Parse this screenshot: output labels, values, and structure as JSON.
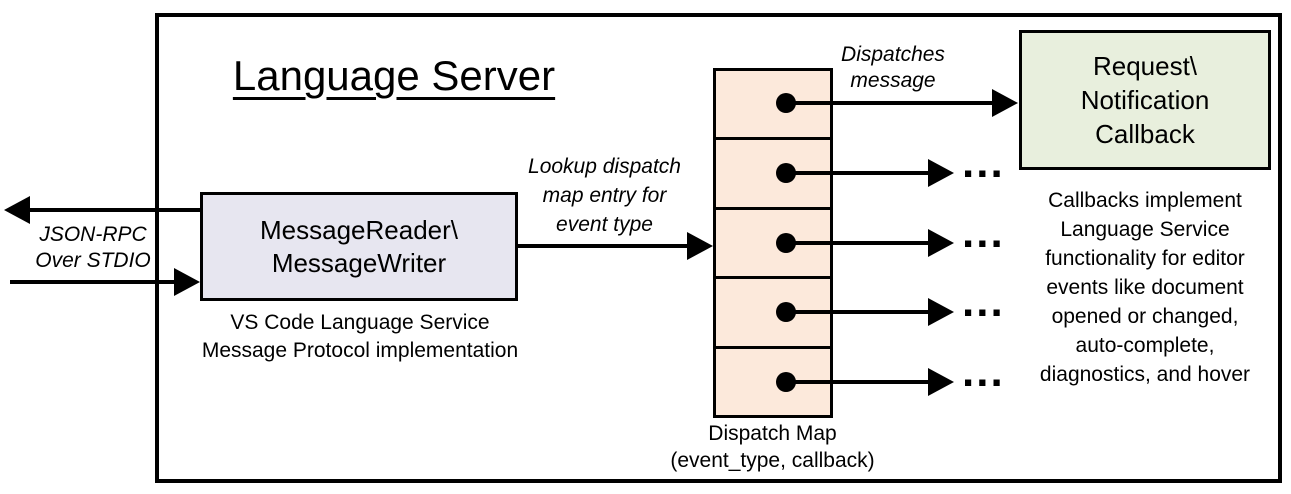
{
  "diagram": {
    "title": "Language Server",
    "io_label": "JSON-RPC\nOver STDIO",
    "message_box": {
      "label": "MessageReader\\\nMessageWriter",
      "caption": "VS Code Language Service\nMessage Protocol implementation"
    },
    "lookup_label": "Lookup dispatch\nmap entry for\nevent type",
    "dispatches_label": "Dispatches\nmessage",
    "dispatch_map": {
      "caption": "Dispatch Map\n(event_type, callback)",
      "cells": 5
    },
    "callback_box": {
      "label": "Request\\\nNotification\nCallback",
      "note": "Callbacks implement\nLanguage Service\nfunctionality for editor\nevents like document\nopened or changed,\nauto-complete,\ndiagnostics, and hover"
    },
    "ellipsis": "..."
  },
  "colors": {
    "background": "#FFFFFF",
    "stroke": "#000000",
    "message_box_fill": "#E7E6F0",
    "dispatch_cell_fill": "#FCE9DB",
    "callback_box_fill": "#E8EFDD"
  }
}
